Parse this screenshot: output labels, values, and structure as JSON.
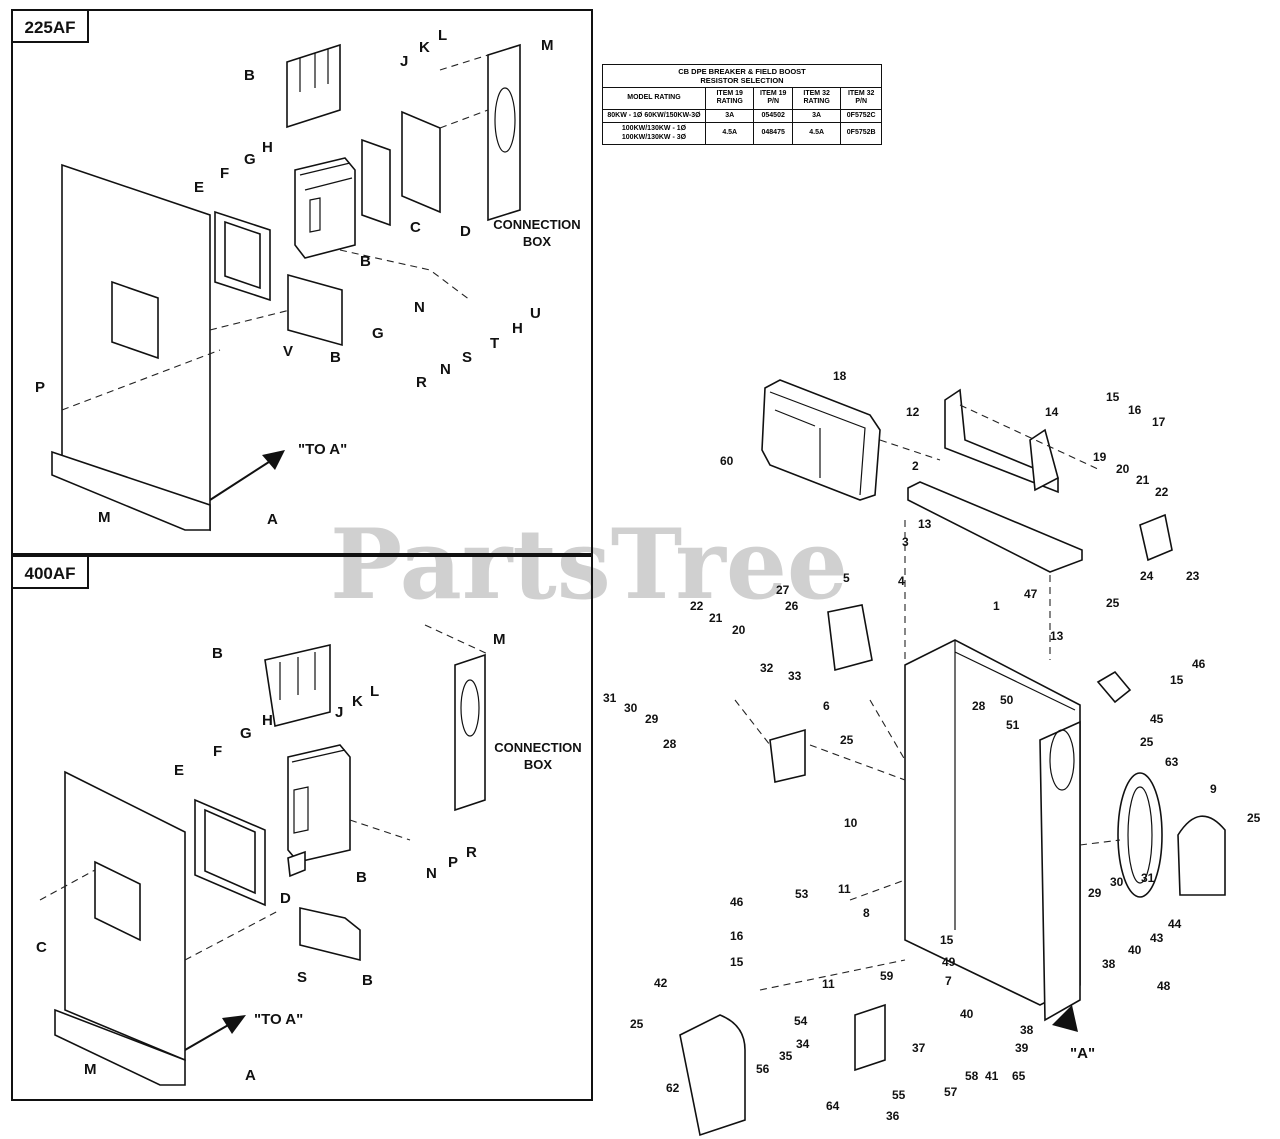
{
  "watermark": "PartsTree",
  "panel_225": {
    "tag": "225AF",
    "connection_box": [
      "CONNECTION",
      "BOX"
    ],
    "to_a": "\"TO A\"",
    "letters": [
      "B",
      "J",
      "K",
      "L",
      "M",
      "G",
      "H",
      "E",
      "F",
      "C",
      "D",
      "B",
      "N",
      "U",
      "H",
      "G",
      "T",
      "V",
      "B",
      "S",
      "N",
      "R",
      "P",
      "M",
      "A"
    ]
  },
  "panel_400": {
    "tag": "400AF",
    "connection_box": [
      "CONNECTION",
      "BOX"
    ],
    "to_a": "\"TO A\"",
    "letters": [
      "M",
      "B",
      "J",
      "K",
      "L",
      "G",
      "H",
      "E",
      "F",
      "N",
      "P",
      "R",
      "D",
      "B",
      "C",
      "S",
      "B",
      "M",
      "A"
    ]
  },
  "table": {
    "title": [
      "CB DPE BREAKER & FIELD BOOST",
      "RESISTOR SELECTION"
    ],
    "headers": [
      "MODEL RATING",
      "ITEM 19 RATING",
      "ITEM 19 P/N",
      "ITEM 32 RATING",
      "ITEM 32 P/N"
    ],
    "rows": [
      [
        "80KW - 1Ø 60KW/150KW-3Ø",
        "3A",
        "054502",
        "3A",
        "0F5752C"
      ],
      [
        "100KW/130KW - 1Ø 100KW/130KW - 3Ø",
        "4.5A",
        "048475",
        "4.5A",
        "0F5752B"
      ]
    ]
  },
  "main": {
    "view_label": "\"A\"",
    "callouts": [
      "18",
      "12",
      "14",
      "15",
      "16",
      "17",
      "60",
      "2",
      "19",
      "20",
      "21",
      "22",
      "13",
      "3",
      "23",
      "24",
      "4",
      "25",
      "5",
      "27",
      "26",
      "22",
      "21",
      "20",
      "1",
      "47",
      "13",
      "46",
      "31",
      "30",
      "29",
      "32",
      "33",
      "28",
      "50",
      "51",
      "15",
      "28",
      "6",
      "25",
      "45",
      "25",
      "63",
      "10",
      "9",
      "25",
      "53",
      "11",
      "8",
      "29",
      "30",
      "31",
      "44",
      "46",
      "43",
      "16",
      "40",
      "15",
      "15",
      "49",
      "38",
      "48",
      "42",
      "11",
      "59",
      "7",
      "54",
      "40",
      "25",
      "37",
      "38",
      "39",
      "34",
      "62",
      "35",
      "56",
      "58",
      "41",
      "65",
      "57",
      "55",
      "64",
      "36"
    ]
  }
}
